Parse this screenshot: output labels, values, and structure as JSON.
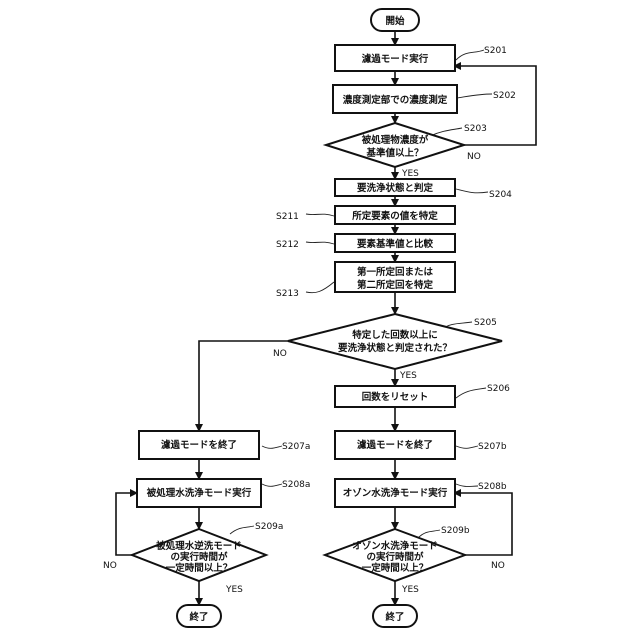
{
  "diagram": {
    "terminals": {
      "start": "開始",
      "end_a": "終了",
      "end_b": "終了"
    },
    "steps": {
      "s201": "濾過モード実行",
      "s202": "濃度測定部での濃度測定",
      "s203_line1": "被処理物濃度が",
      "s203_line2": "基準値以上？",
      "s204": "要洗浄状態と判定",
      "s211": "所定要素の値を特定",
      "s212": "要素基準値と比較",
      "s213_line1": "第一所定回または",
      "s213_line2": "第二所定回を特定",
      "s205_line1": "特定した回数以上に",
      "s205_line2": "要洗浄状態と判定された？",
      "s206": "回数をリセット",
      "s207a": "濾過モードを終了",
      "s207b": "濾過モードを終了",
      "s208a": "被処理水洗浄モード実行",
      "s208b": "オゾン水洗浄モード実行",
      "s209a_line1": "被処理水逆洗モード",
      "s209a_line2": "の実行時間が",
      "s209a_line3": "一定時間以上？",
      "s209b_line1": "オゾン水洗浄モード",
      "s209b_line2": "の実行時間が",
      "s209b_line3": "一定時間以上？"
    },
    "labels": {
      "S201": "S201",
      "S202": "S202",
      "S203": "S203",
      "S204": "S204",
      "S211": "S211",
      "S212": "S212",
      "S213": "S213",
      "S205": "S205",
      "S206": "S206",
      "S207a": "S207a",
      "S207b": "S207b",
      "S208a": "S208a",
      "S208b": "S208b",
      "S209a": "S209a",
      "S209b": "S209b"
    },
    "branches": {
      "yes": "YES",
      "no": "NO"
    }
  }
}
